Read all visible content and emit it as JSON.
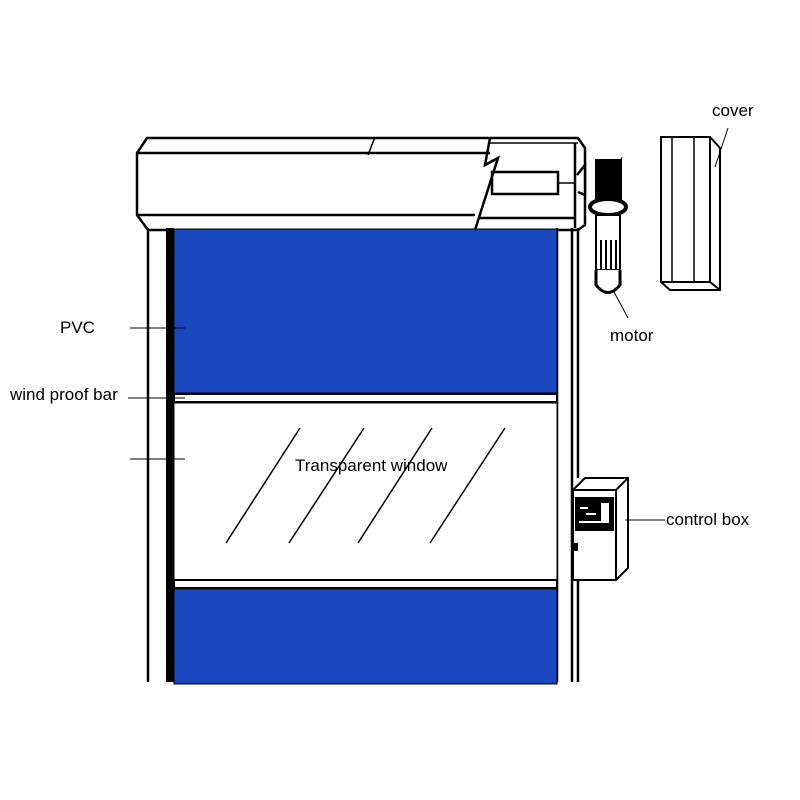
{
  "labels": {
    "pvc": "PVC",
    "wind_proof_bar": "wind proof bar",
    "transparent_window": "Transparent window",
    "motor": "motor",
    "cover": "cover",
    "control_box": "control box"
  },
  "colors": {
    "pvc_panel": "#1a47c0",
    "line": "#000000",
    "background": "#ffffff"
  }
}
